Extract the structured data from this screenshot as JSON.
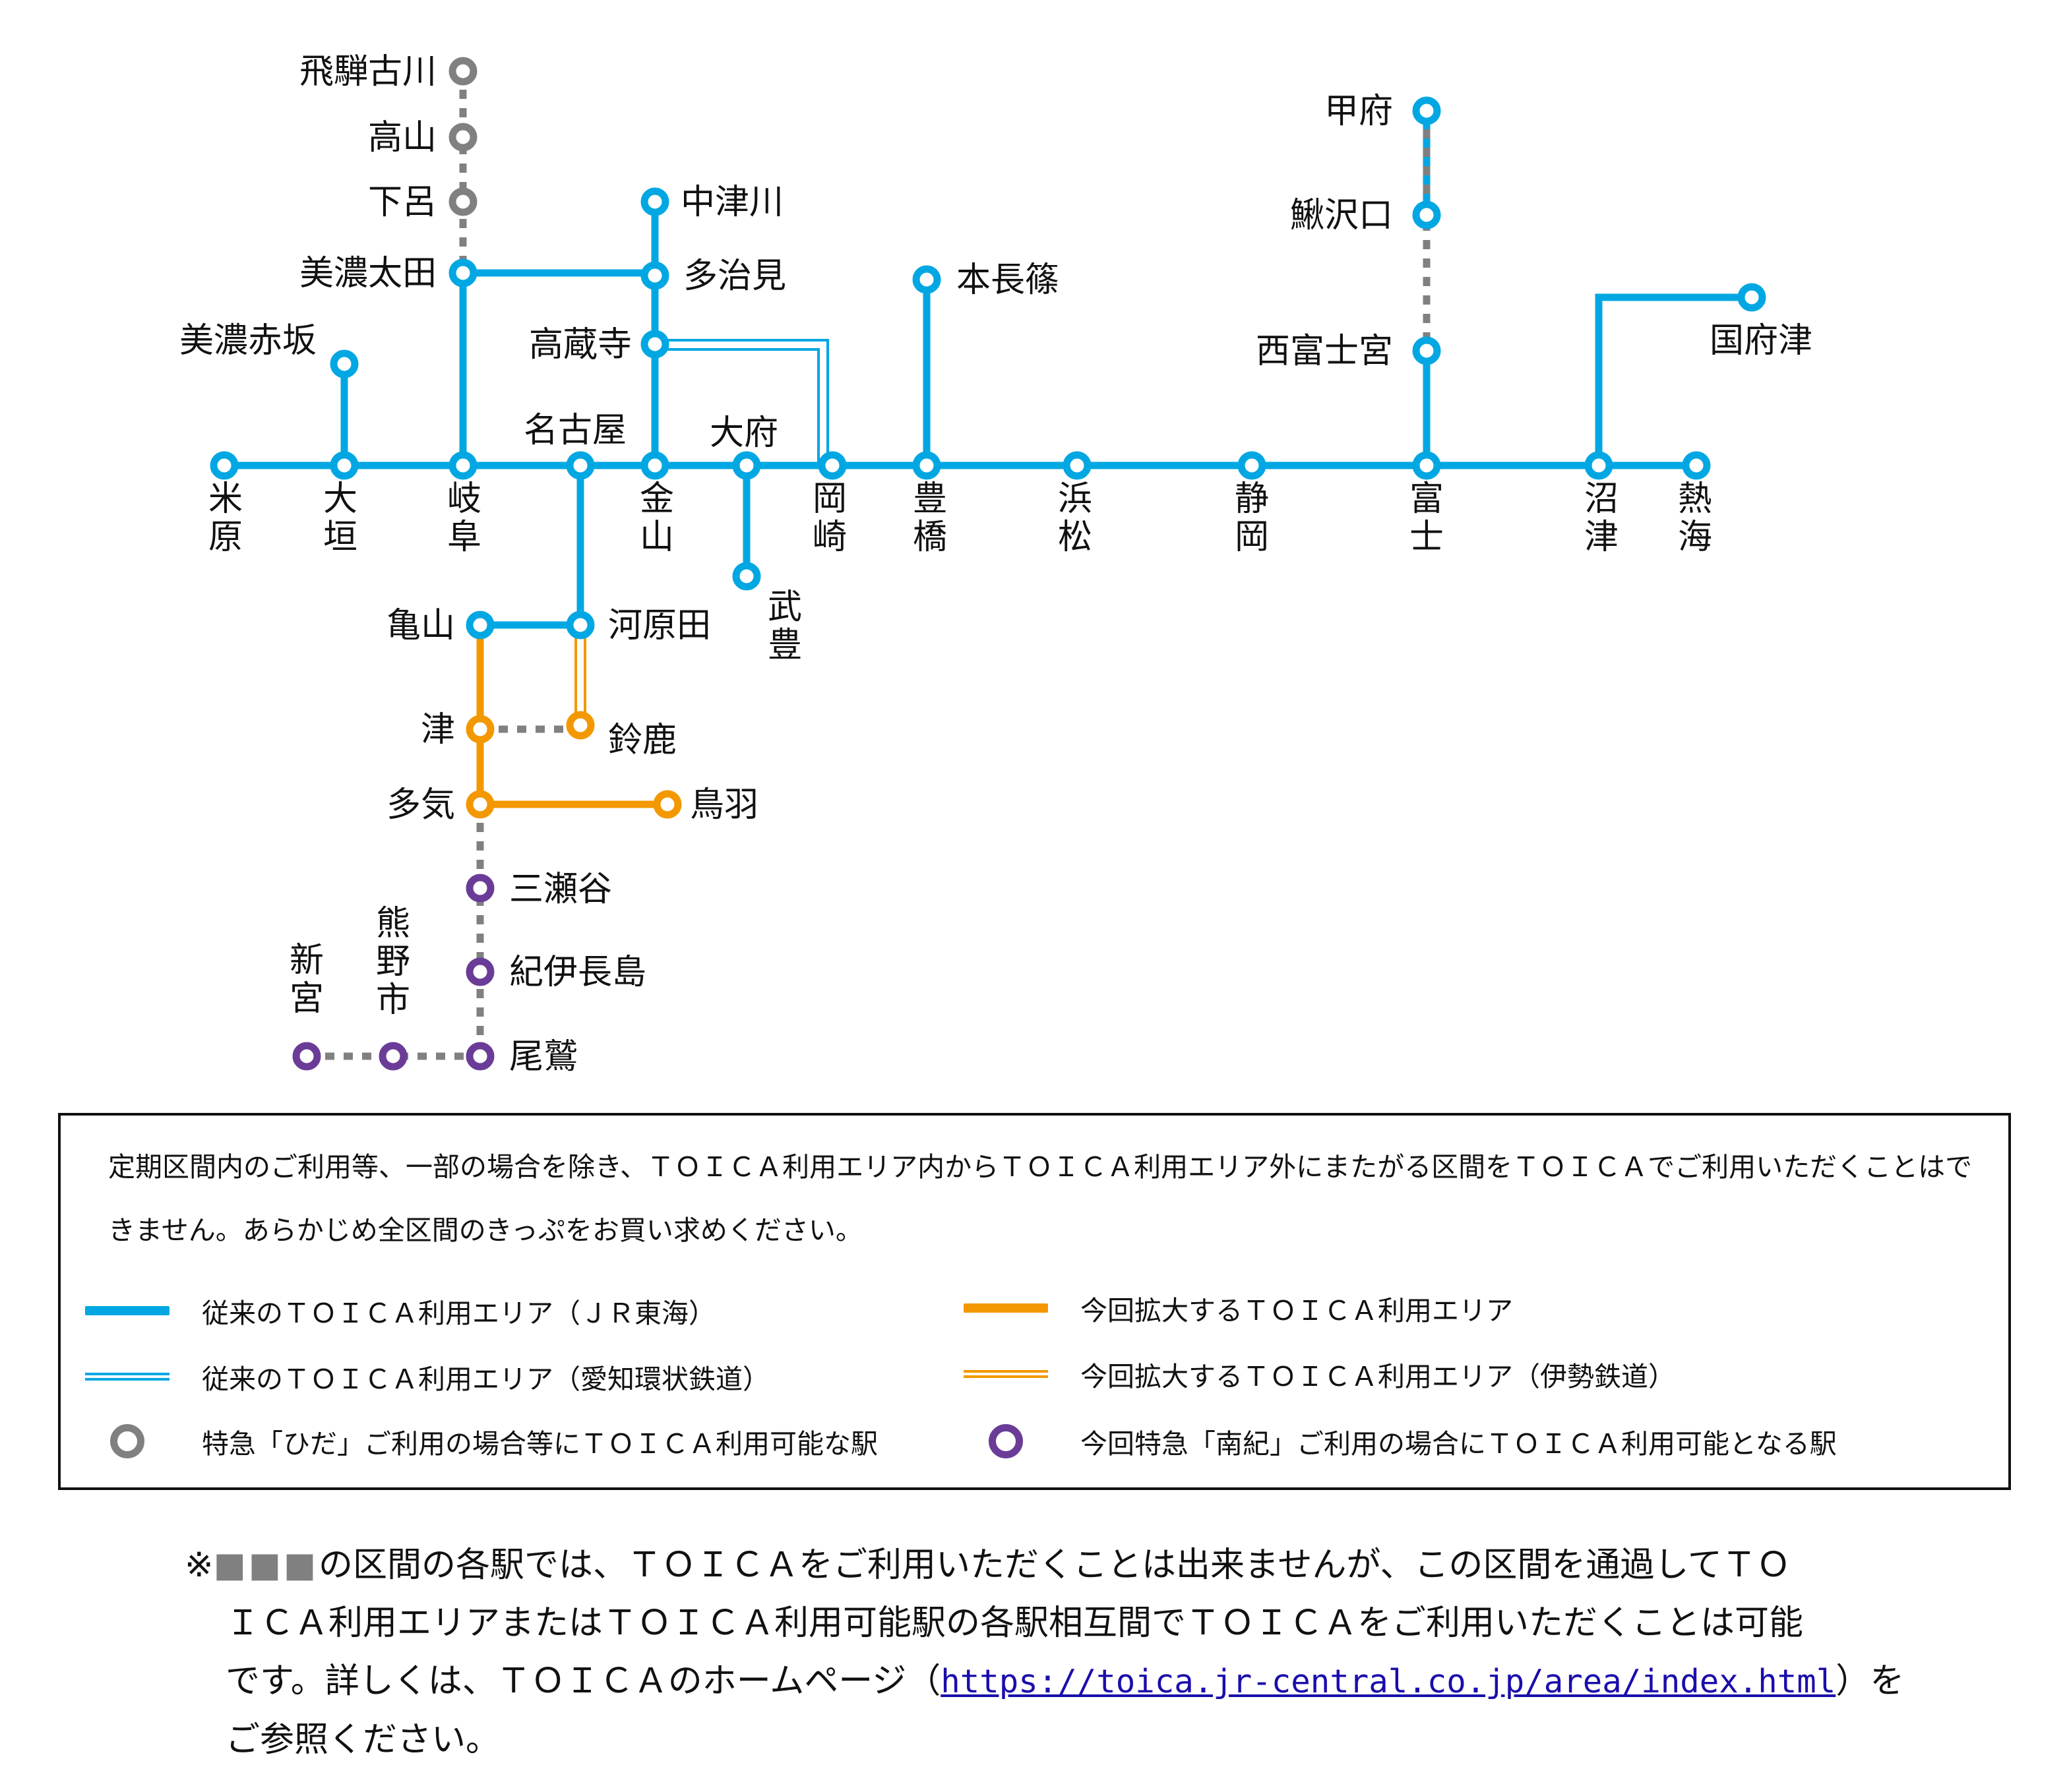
{
  "colors": {
    "jr": "#00A7E2",
    "expand": "#F39800",
    "hida": "#808080",
    "nanki": "#6A3C97"
  },
  "stations": {
    "hidafurukawa": "飛騨古川",
    "takayama": "高山",
    "gero": "下呂",
    "minoota": "美濃太田",
    "minoakasaka": "美濃赤坂",
    "nakatsugawa": "中津川",
    "tajimi": "多治見",
    "kozoji": "高蔵寺",
    "nagoya": "名古屋",
    "obu": "大府",
    "honnagashino": "本長篠",
    "kofu": "甲府",
    "kajikazawaguchi": "鰍沢口",
    "nishifujinomiya": "西富士宮",
    "kozu": "国府津",
    "maibara": "米原",
    "ogaki": "大垣",
    "gifu": "岐阜",
    "kanayama": "金山",
    "okazaki": "岡崎",
    "toyohashi": "豊橋",
    "hamamatsu": "浜松",
    "shizuoka": "静岡",
    "fuji": "富士",
    "numazu": "沼津",
    "atami": "熱海",
    "taketoyo": "武豊",
    "kameyama": "亀山",
    "kawarada": "河原田",
    "tsu": "津",
    "suzuka": "鈴鹿",
    "taki": "多気",
    "toba": "鳥羽",
    "misedani": "三瀬谷",
    "kiinagashima": "紀伊長島",
    "owase": "尾鷲",
    "kumanoshi": "熊野市",
    "shingu": "新宮"
  },
  "legend": {
    "notice": "定期区間内のご利用等、一部の場合を除き、ＴＯＩＣＡ利用エリア内からＴＯＩＣＡ利用エリア外にまたがる区間をＴＯＩＣＡでご利用いただくことはできません。あらかじめ全区間のきっぷをお買い求めください。",
    "jr_line": "従来のＴＯＩＣＡ利用エリア（ＪＲ東海）",
    "aikan_line": "従来のＴＯＩＣＡ利用エリア（愛知環状鉄道）",
    "hida_station": "特急「ひだ」ご利用の場合等にＴＯＩＣＡ利用可能な駅",
    "expand_line": "今回拡大するＴＯＩＣＡ利用エリア",
    "ise_line": "今回拡大するＴＯＩＣＡ利用エリア（伊勢鉄道）",
    "nanki_station": "今回特急「南紀」ご利用の場合にＴＯＩＣＡ利用可能となる駅"
  },
  "footnote": {
    "mark": "※",
    "squares": "■■■",
    "text1": "の区間の各駅では、ＴＯＩＣＡをご利用いただくことは出来ませんが、この区間を通過してＴＯ",
    "text2": "ＩＣＡ利用エリアまたはＴＯＩＣＡ利用可能駅の各駅相互間でＴＯＩＣＡをご利用いただくことは可能",
    "text3a": "です。詳しくは、ＴＯＩＣＡのホームページ（",
    "url": "https://toica.jr-central.co.jp/area/index.html",
    "text3b": "）を",
    "text4": "ご参照ください。"
  }
}
